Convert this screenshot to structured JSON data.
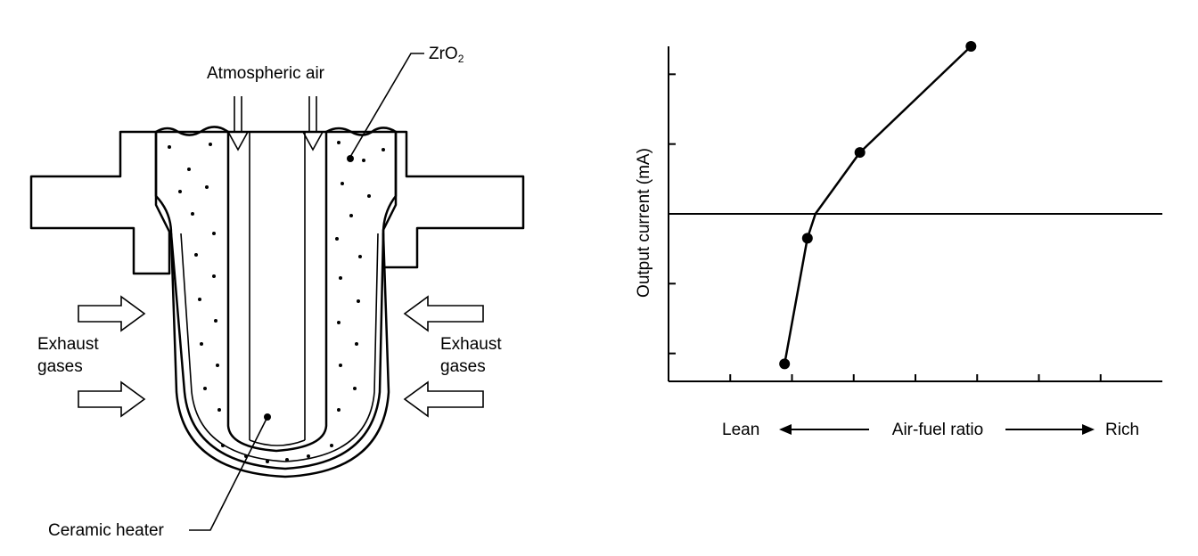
{
  "diagram": {
    "labels": {
      "atmospheric_air": "Atmospheric air",
      "zro2_main": "ZrO",
      "zro2_sub": "2",
      "exhaust_left_1": "Exhaust",
      "exhaust_left_2": "gases",
      "exhaust_right_1": "Exhaust",
      "exhaust_right_2": "gases",
      "ceramic_heater": "Ceramic heater"
    }
  },
  "chart_data": {
    "type": "line",
    "ylabel": "Output current (mA)",
    "x_axis": {
      "label": "Air-fuel ratio",
      "left_label": "Lean",
      "right_label": "Rich"
    },
    "xlim": [
      0,
      8
    ],
    "ylim": [
      -2.4,
      2.4
    ],
    "grid": false,
    "x_ticks": [
      1,
      2,
      3,
      4,
      5,
      6,
      7
    ],
    "y_ticks": [
      -2,
      -1,
      0,
      1,
      2
    ],
    "x": [
      1.88,
      2.25,
      2.38,
      3.1,
      4.9
    ],
    "y": [
      -2.15,
      -0.35,
      0.0,
      0.88,
      2.4
    ],
    "markers": [
      true,
      true,
      false,
      true,
      true
    ],
    "reference_line_y": 0,
    "color": "#000000"
  }
}
